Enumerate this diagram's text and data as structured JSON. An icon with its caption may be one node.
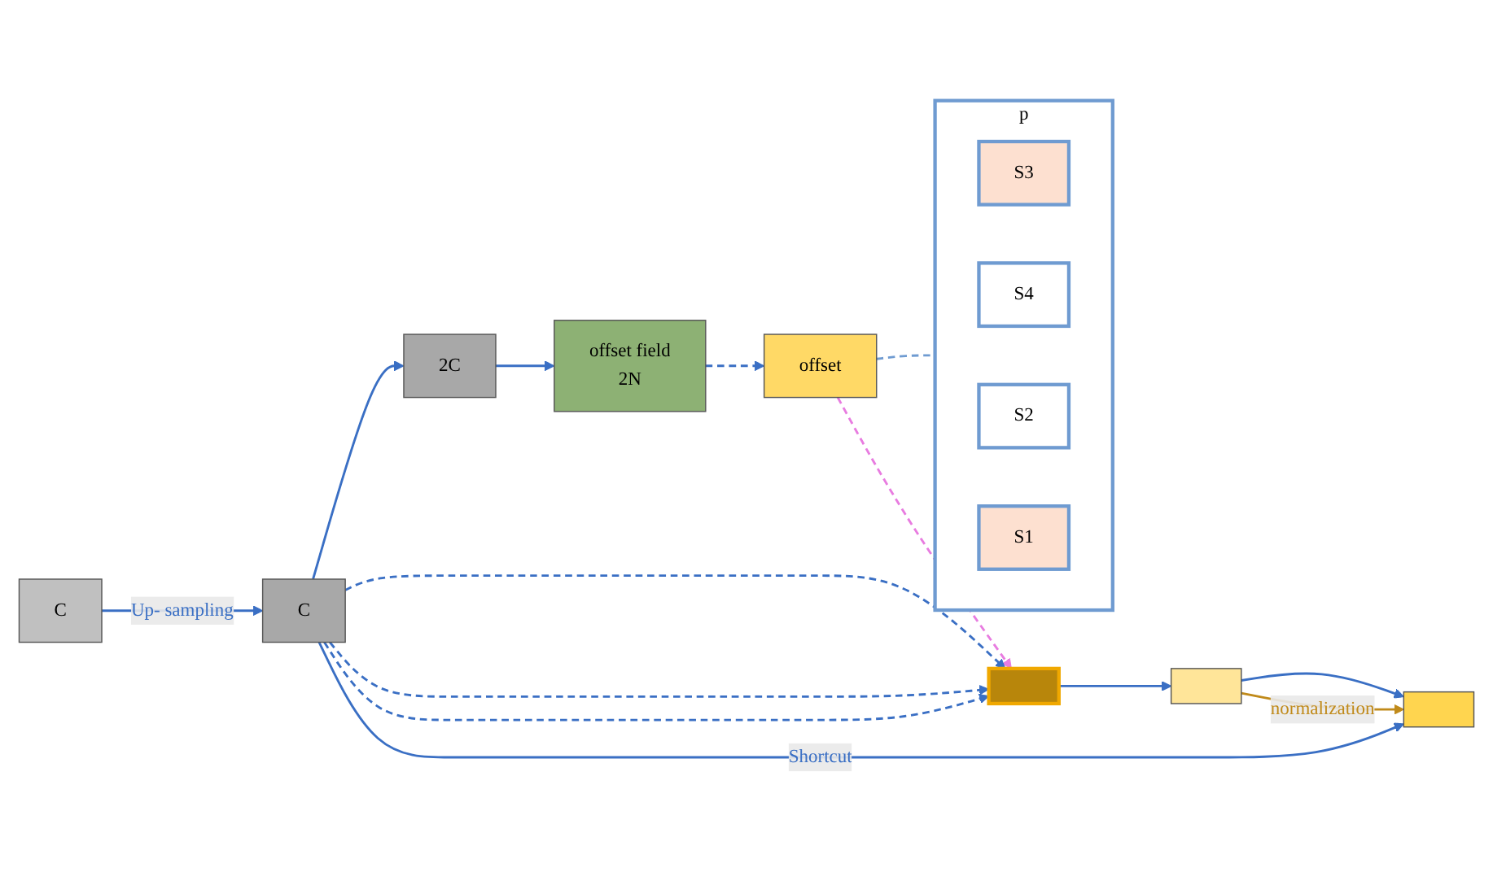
{
  "diagram": {
    "nodes": [
      {
        "text": [
          "C"
        ]
      },
      {
        "text": [
          "C"
        ]
      },
      {
        "text": [
          "2C"
        ]
      },
      {
        "text": [
          "offset field",
          "2N"
        ]
      },
      {
        "text": [
          "offset"
        ]
      },
      {
        "text": [
          "p"
        ]
      },
      {
        "text": [
          "S3"
        ],
        "in": 5
      },
      {
        "text": [
          "S4"
        ],
        "in": 5
      },
      {
        "text": [
          "S2"
        ],
        "in": 5
      },
      {
        "text": [
          "S1"
        ],
        "in": 5
      },
      {
        "text": [],
        "shape": "box"
      },
      {
        "text": [],
        "shape": "box"
      },
      {
        "text": [],
        "shape": "box"
      }
    ],
    "edges": [
      {
        "from": 0,
        "to": 1,
        "arrow": "to",
        "label": "Up- sampling"
      },
      {
        "from": 1,
        "to": 2,
        "arrow": "to"
      },
      {
        "from": 2,
        "to": 3,
        "arrow": "to"
      },
      {
        "from": 3,
        "to": 4,
        "arrow": "to",
        "style": "dashed"
      },
      {
        "from": 4,
        "to": 5,
        "arrow": "none",
        "style": "dashed",
        "color": "#6f9bd1"
      },
      {
        "from": 4,
        "to": 10,
        "arrow": "to",
        "style": "dashed",
        "color": "#e87ce0"
      },
      {
        "from": 1,
        "to": 10,
        "arrow": "to",
        "style": "dashed"
      },
      {
        "from": 1,
        "to": 10,
        "arrow": "to",
        "style": "dashed"
      },
      {
        "from": 1,
        "to": 10,
        "arrow": "to",
        "style": "dashed"
      },
      {
        "from": 10,
        "to": 11,
        "arrow": "to"
      },
      {
        "from": 11,
        "to": 12,
        "arrow": "to"
      },
      {
        "from": 11,
        "to": 12,
        "arrow": "to",
        "label": "normalization",
        "color": "#c08a1a"
      },
      {
        "from": 1,
        "to": 12,
        "arrow": "to",
        "label": "Shortcut"
      }
    ]
  }
}
